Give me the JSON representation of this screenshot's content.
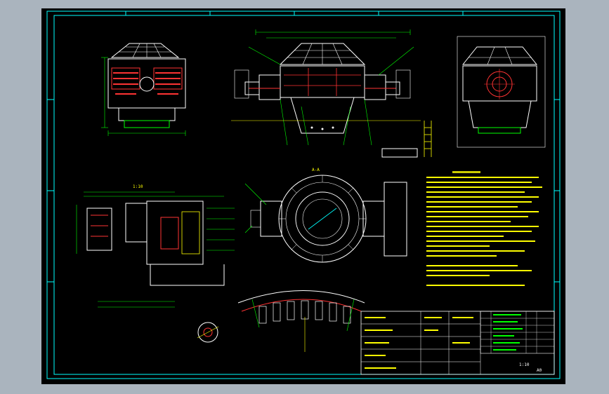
{
  "colors": {
    "background": "#000000",
    "frame": "#00ffff",
    "geometry": "#ffffff",
    "dimension": "#00ff00",
    "annotation": "#ffff00",
    "hidden": "#ff3333",
    "canvas_bg": "#aab4be"
  },
  "drawing": {
    "scale_label": "1:10",
    "section_label": "A-A",
    "title_block": {
      "scale": "1:10",
      "sheet": "A0"
    }
  }
}
